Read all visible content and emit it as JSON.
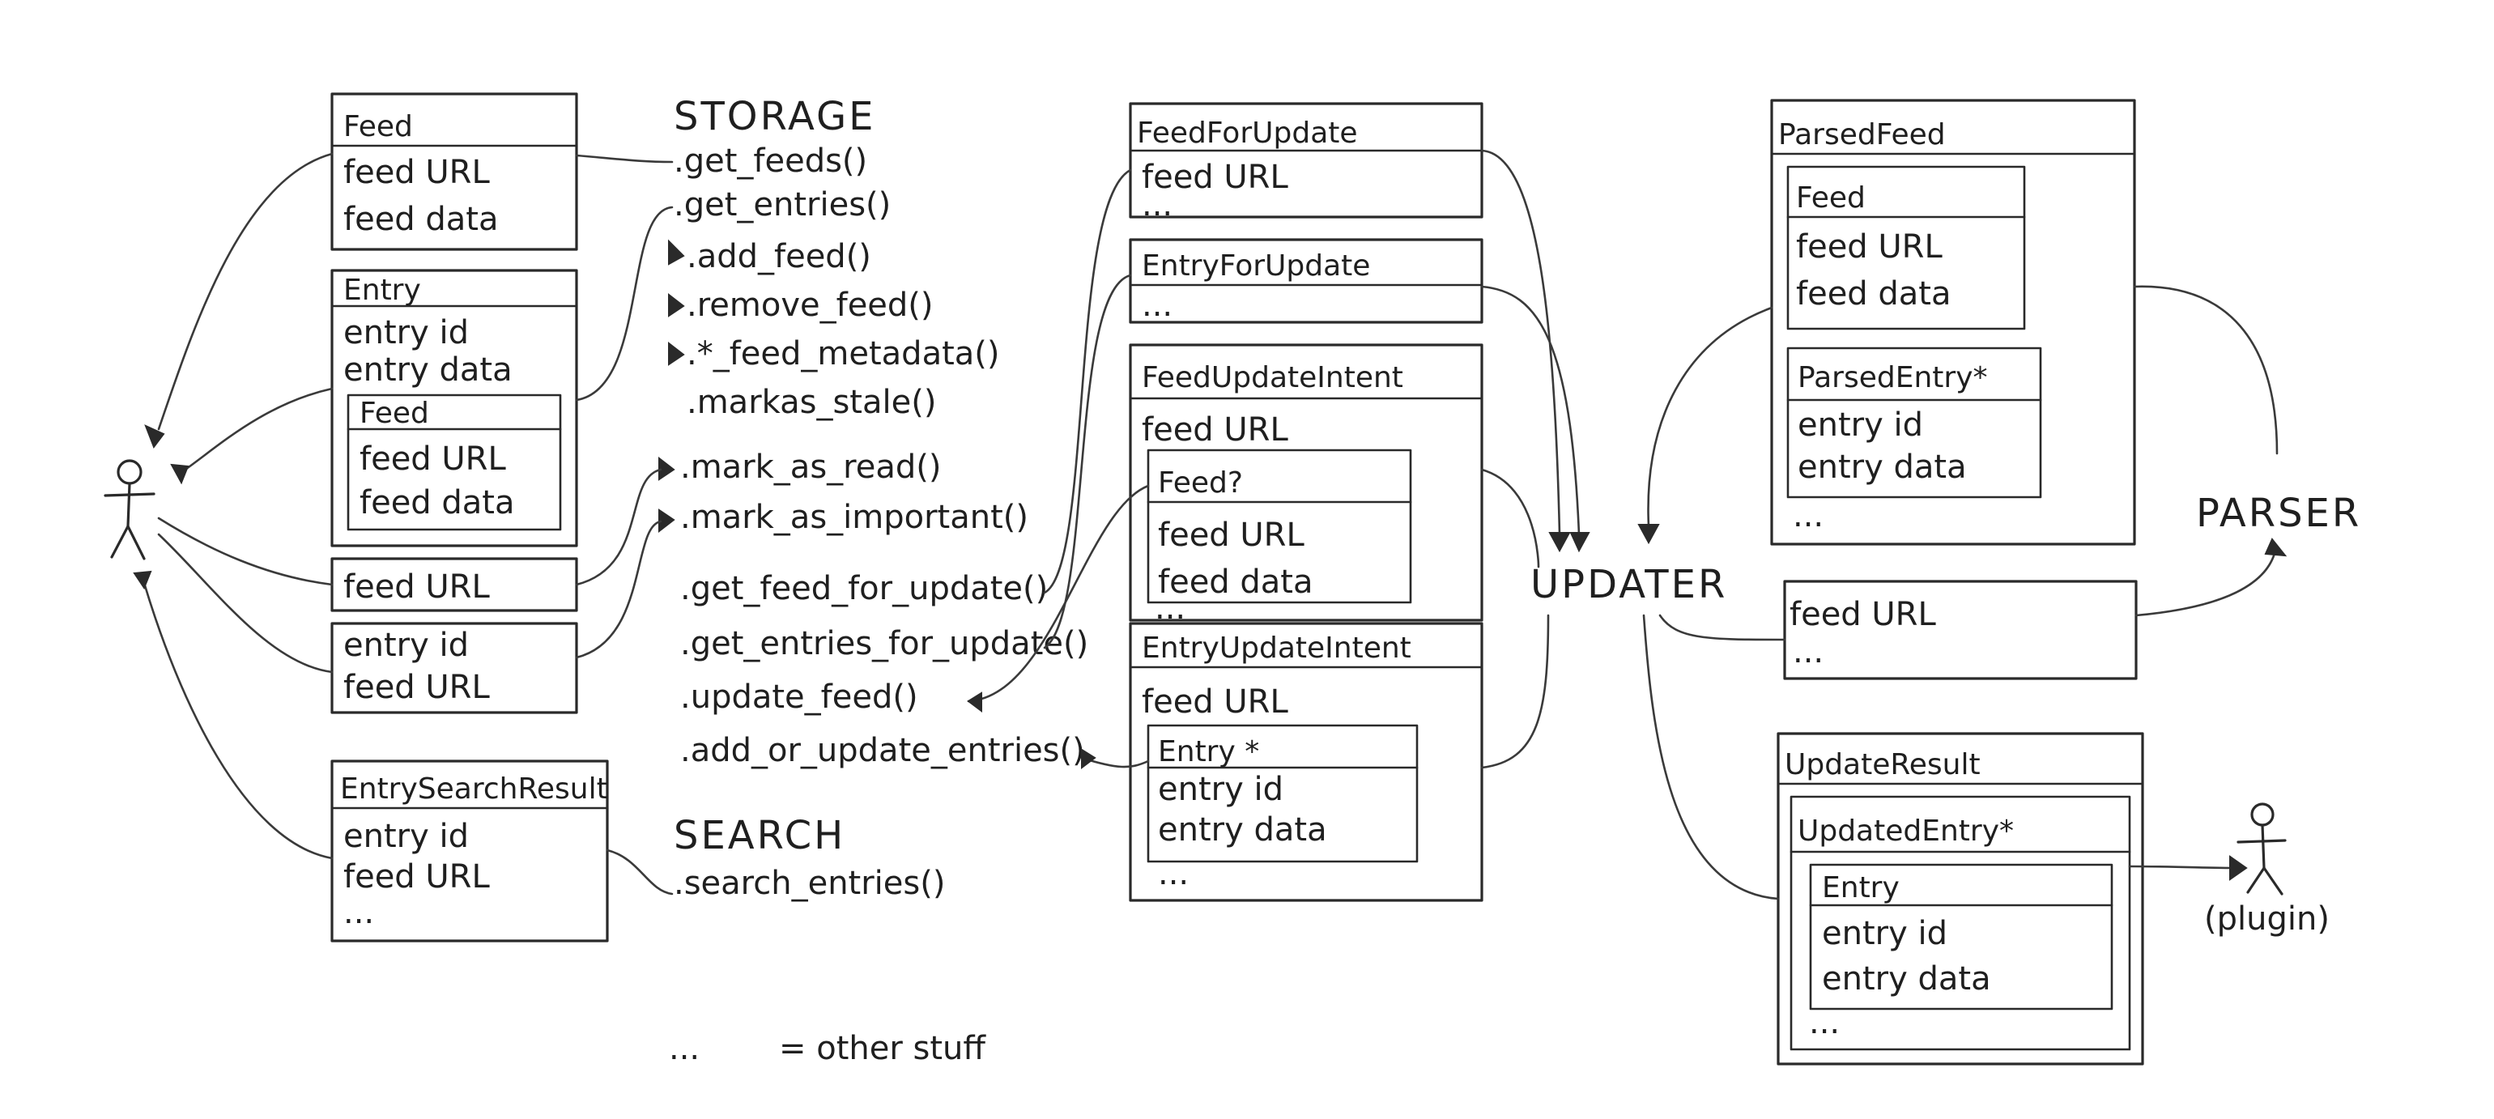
{
  "boxes": {
    "feed": {
      "title": "Feed",
      "fields": [
        "feed URL",
        "feed data"
      ]
    },
    "entry": {
      "title": "Entry",
      "fields": [
        "entry id",
        "entry data"
      ],
      "inner": {
        "title": "Feed",
        "fields": [
          "feed URL",
          "feed data"
        ]
      }
    },
    "feed_url": {
      "fields": [
        "feed URL"
      ]
    },
    "entry_id_feed_url": {
      "fields": [
        "entry id",
        "feed URL"
      ]
    },
    "entry_search_result": {
      "title": "EntrySearchResult",
      "fields": [
        "entry id",
        "feed URL",
        "..."
      ]
    },
    "feed_for_update": {
      "title": "FeedForUpdate",
      "fields": [
        "feed URL",
        "..."
      ]
    },
    "entry_for_update": {
      "title": "EntryForUpdate",
      "fields": [
        "..."
      ]
    },
    "feed_update_intent": {
      "title": "FeedUpdateIntent",
      "fields": [
        "feed URL",
        "..."
      ],
      "inner": {
        "title": "Feed?",
        "fields": [
          "feed URL",
          "feed data"
        ]
      }
    },
    "entry_update_intent": {
      "title": "EntryUpdateIntent",
      "fields": [
        "feed URL",
        "..."
      ],
      "inner": {
        "title": "Entry *",
        "fields": [
          "entry id",
          "entry data"
        ]
      }
    },
    "parsed_feed": {
      "title": "ParsedFeed",
      "fields": [
        "..."
      ],
      "inner1": {
        "title": "Feed",
        "fields": [
          "feed URL",
          "feed data"
        ]
      },
      "inner2": {
        "title": "ParsedEntry*",
        "fields": [
          "entry id",
          "entry data"
        ]
      }
    },
    "parser_feed_url": {
      "fields": [
        "feed URL",
        "..."
      ]
    },
    "update_result": {
      "title": "UpdateResult",
      "inner": {
        "title": "UpdatedEntry*",
        "fields": [
          "..."
        ],
        "inner": {
          "title": "Entry",
          "fields": [
            "entry id",
            "entry data"
          ]
        }
      }
    }
  },
  "storage": {
    "heading": "STORAGE",
    "methods": [
      ".get_feeds()",
      ".get_entries()",
      ".add_feed()",
      ".remove_feed()",
      ".*_feed_metadata()",
      ".markas_stale()",
      ".mark_as_read()",
      ".mark_as_important()",
      ".get_feed_for_update()",
      ".get_entries_for_update()",
      ".update_feed()",
      ".add_or_update_entries()"
    ]
  },
  "search": {
    "heading": "SEARCH",
    "methods": [
      ".search_entries()"
    ]
  },
  "labels": {
    "updater": "UPDATER",
    "parser": "PARSER",
    "plugin": "(plugin)"
  },
  "legend": {
    "symbol": "...",
    "text": "= other stuff"
  }
}
